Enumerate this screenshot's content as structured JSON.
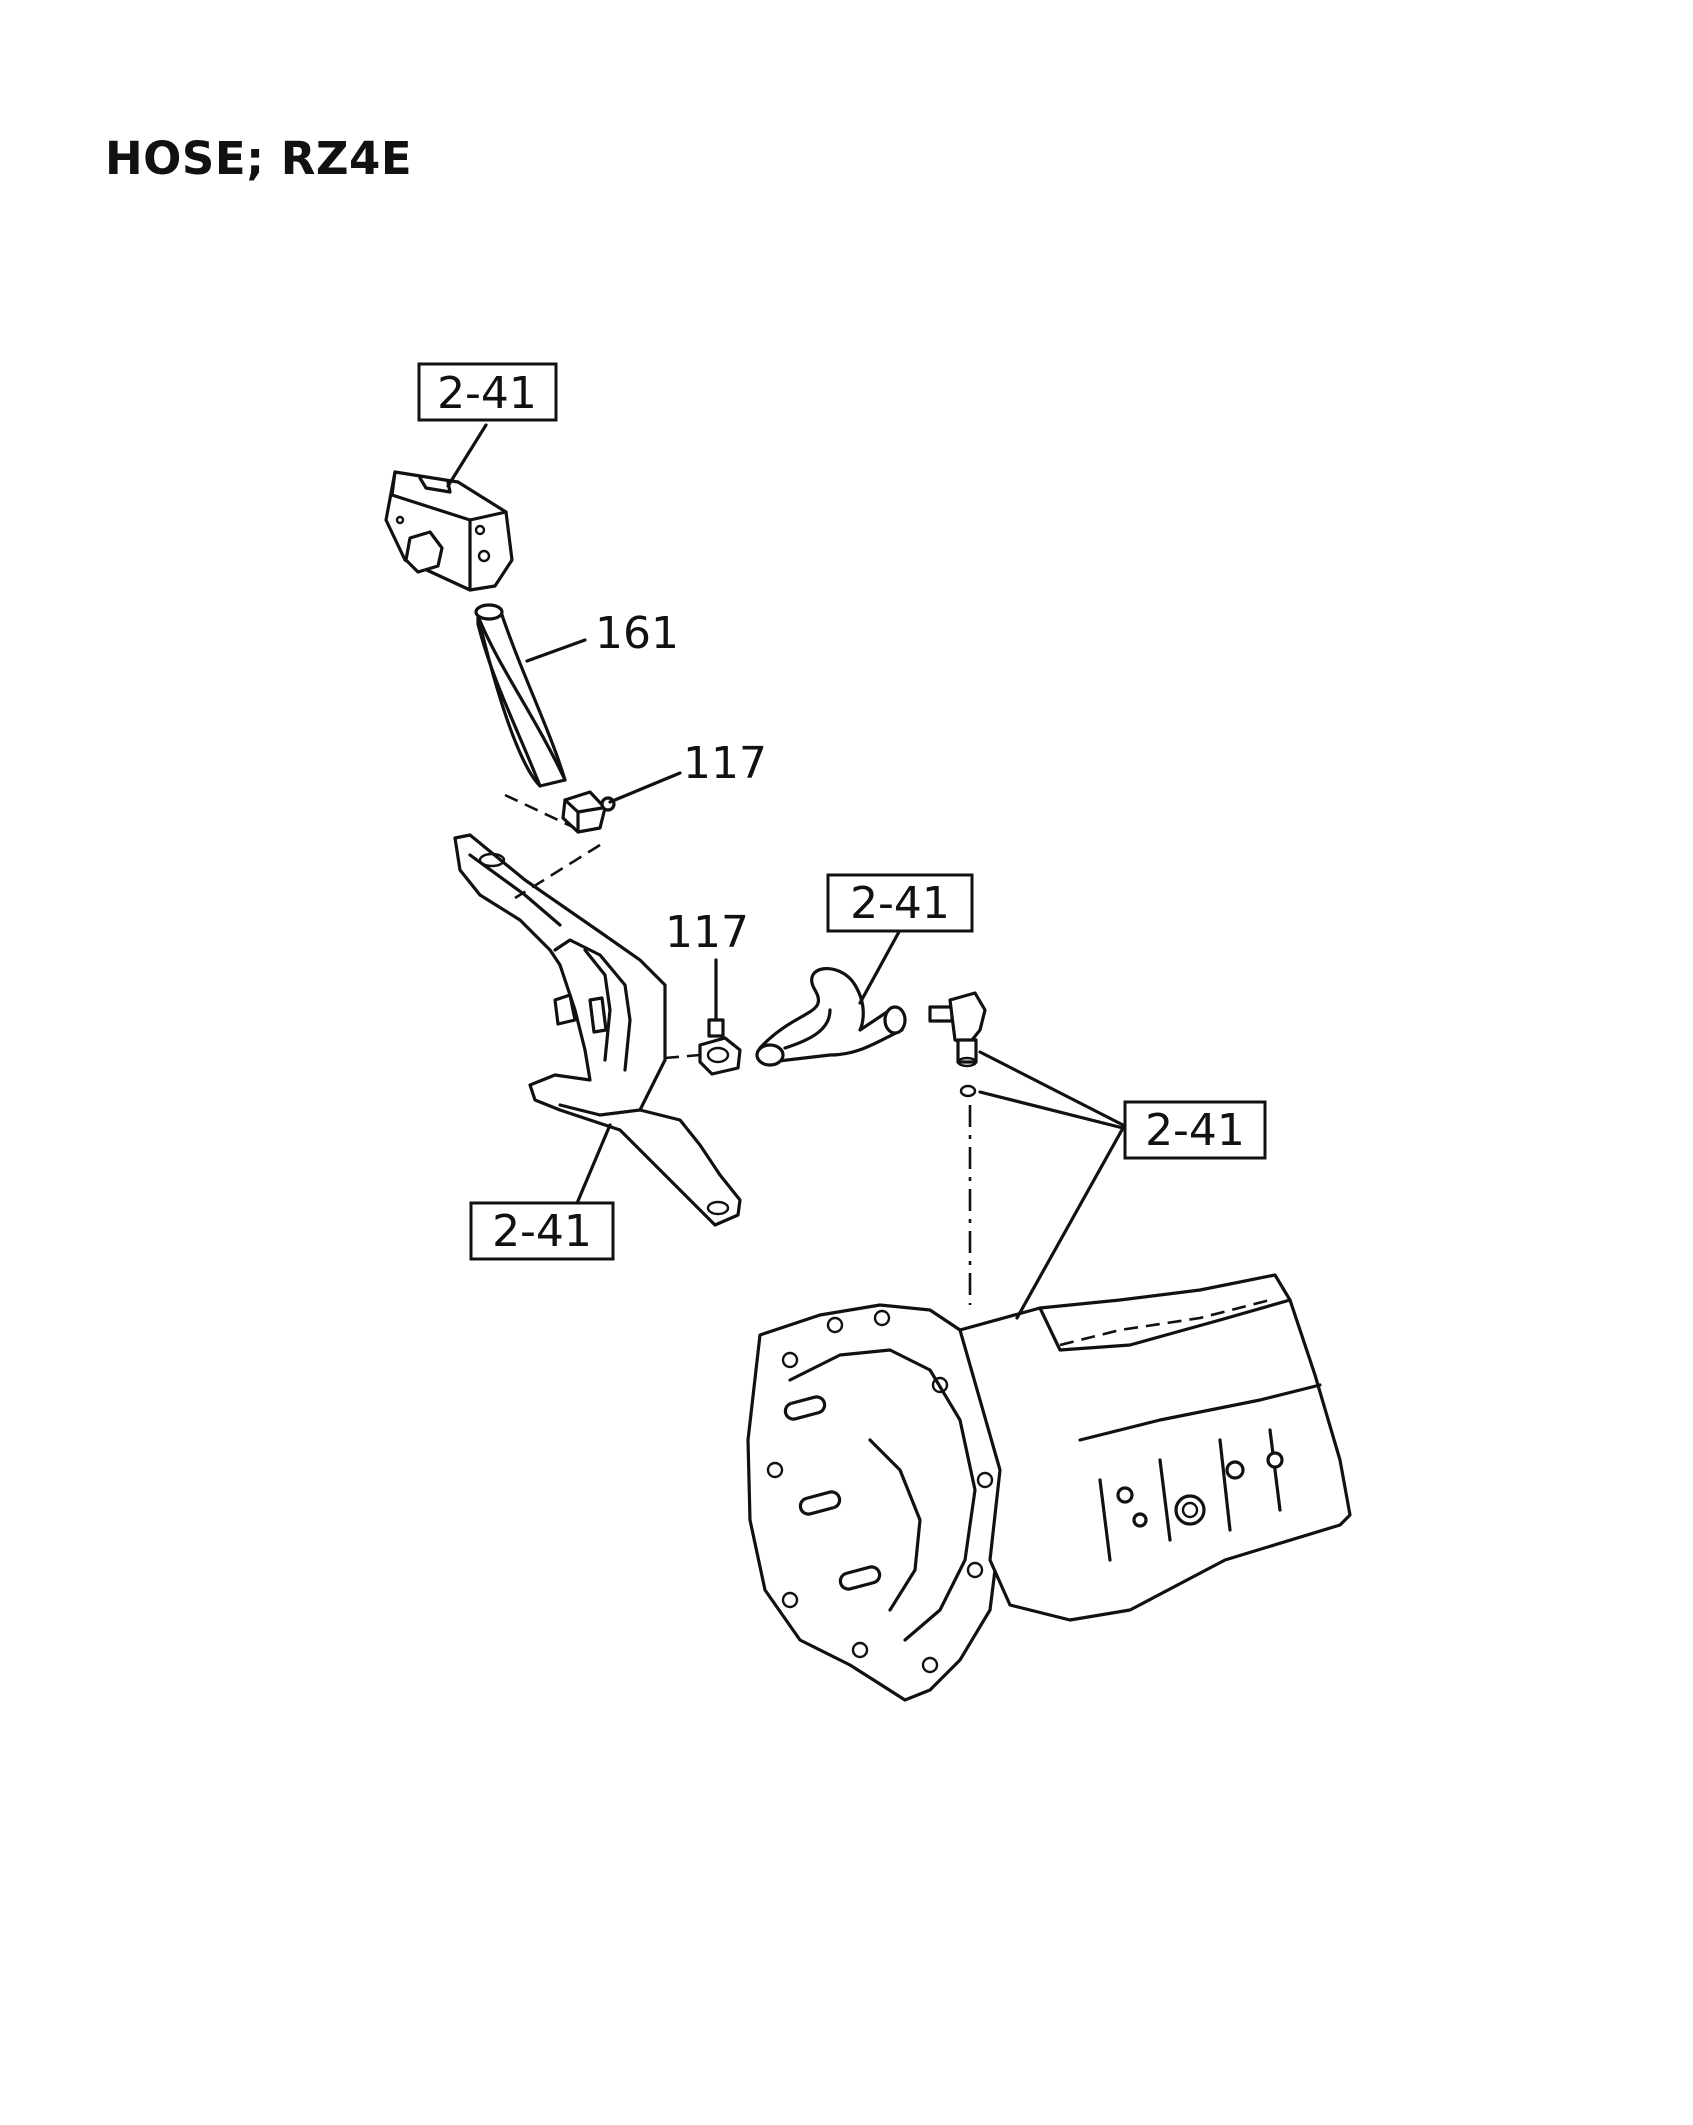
{
  "title": "HOSE; RZ4E",
  "references": [
    {
      "label": "2-41"
    },
    {
      "label": "2-41"
    },
    {
      "label": "2-41"
    },
    {
      "label": "2-41"
    }
  ],
  "callouts": [
    {
      "label": "161"
    },
    {
      "label": "117"
    },
    {
      "label": "117"
    }
  ]
}
